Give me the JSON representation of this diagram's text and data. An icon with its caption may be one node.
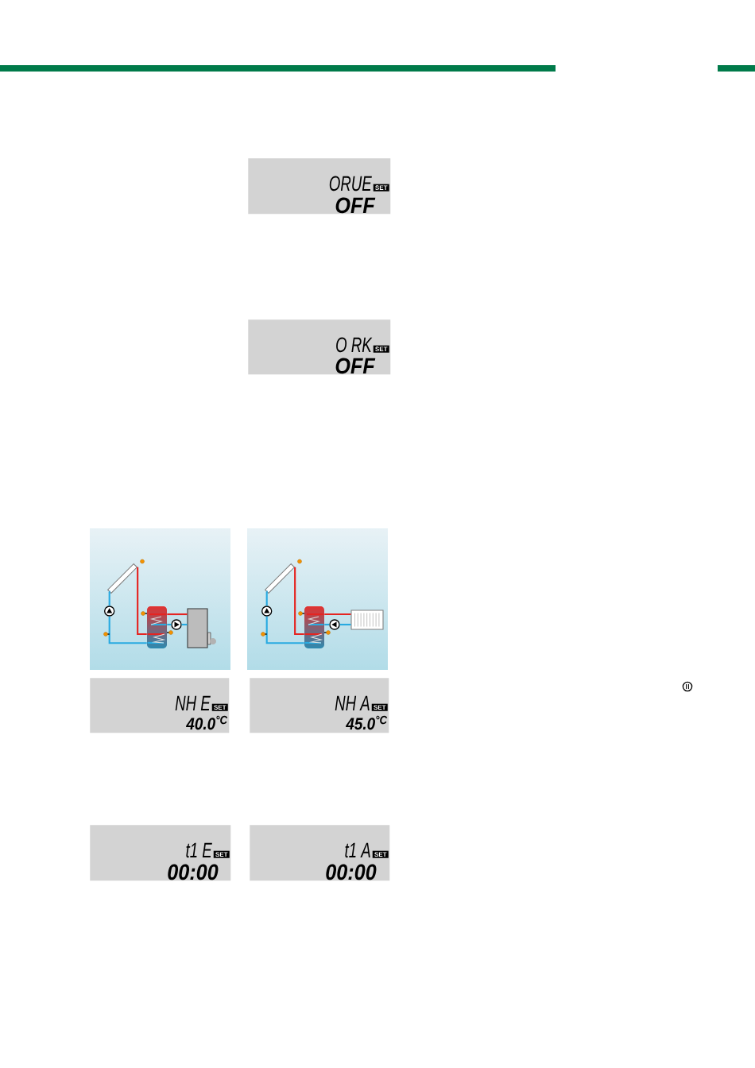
{
  "diagram": {
    "nodes": [
      {
        "text": [
          "ORUE",
          "SET",
          "OFF"
        ]
      },
      {
        "text": [
          "O RK",
          "SET",
          "OFF"
        ]
      },
      {
        "text": [],
        "shape": "box"
      },
      {
        "text": [],
        "shape": "box",
        "in": 2
      },
      {
        "text": [],
        "shape": "circle",
        "in": 2
      },
      {
        "text": [],
        "shape": "cylinder",
        "in": 2
      },
      {
        "text": [],
        "shape": "circle",
        "in": 2
      },
      {
        "text": [],
        "shape": "box",
        "in": 2
      },
      {
        "text": [],
        "shape": "box"
      },
      {
        "text": [],
        "shape": "box",
        "in": 8
      },
      {
        "text": [],
        "shape": "circle",
        "in": 8
      },
      {
        "text": [],
        "shape": "cylinder",
        "in": 8
      },
      {
        "text": [],
        "shape": "circle",
        "in": 8
      },
      {
        "text": [],
        "shape": "box",
        "in": 8
      },
      {
        "text": [
          "NH E",
          "SET",
          "40.0$^{°C}$"
        ]
      },
      {
        "text": [
          "NH A",
          "SET",
          "45.0$^{°C}$"
        ]
      },
      {
        "text": [
          "t1 E",
          "SET",
          "00:00"
        ]
      },
      {
        "text": [
          "t1 A",
          "SET",
          "00:00"
        ]
      }
    ],
    "edges": [
      {
        "from": 3,
        "to": 4,
        "arrow": "none"
      },
      {
        "from": 4,
        "to": 5,
        "arrow": "none"
      },
      {
        "from": 3,
        "to": 5,
        "arrow": "none",
        "color": "#e52421"
      },
      {
        "from": 5,
        "to": 7,
        "arrow": "none",
        "color": "#e52421"
      },
      {
        "from": 7,
        "to": 6,
        "arrow": "none"
      },
      {
        "from": 6,
        "to": 5,
        "arrow": "none"
      },
      {
        "from": 9,
        "to": 10,
        "arrow": "none"
      },
      {
        "from": 10,
        "to": 11,
        "arrow": "none"
      },
      {
        "from": 9,
        "to": 11,
        "arrow": "none",
        "color": "#e52421"
      },
      {
        "from": 11,
        "to": 13,
        "arrow": "none",
        "color": "#e52421"
      },
      {
        "from": 13,
        "to": 12,
        "arrow": "none"
      },
      {
        "from": 12,
        "to": 11,
        "arrow": "none"
      }
    ]
  }
}
